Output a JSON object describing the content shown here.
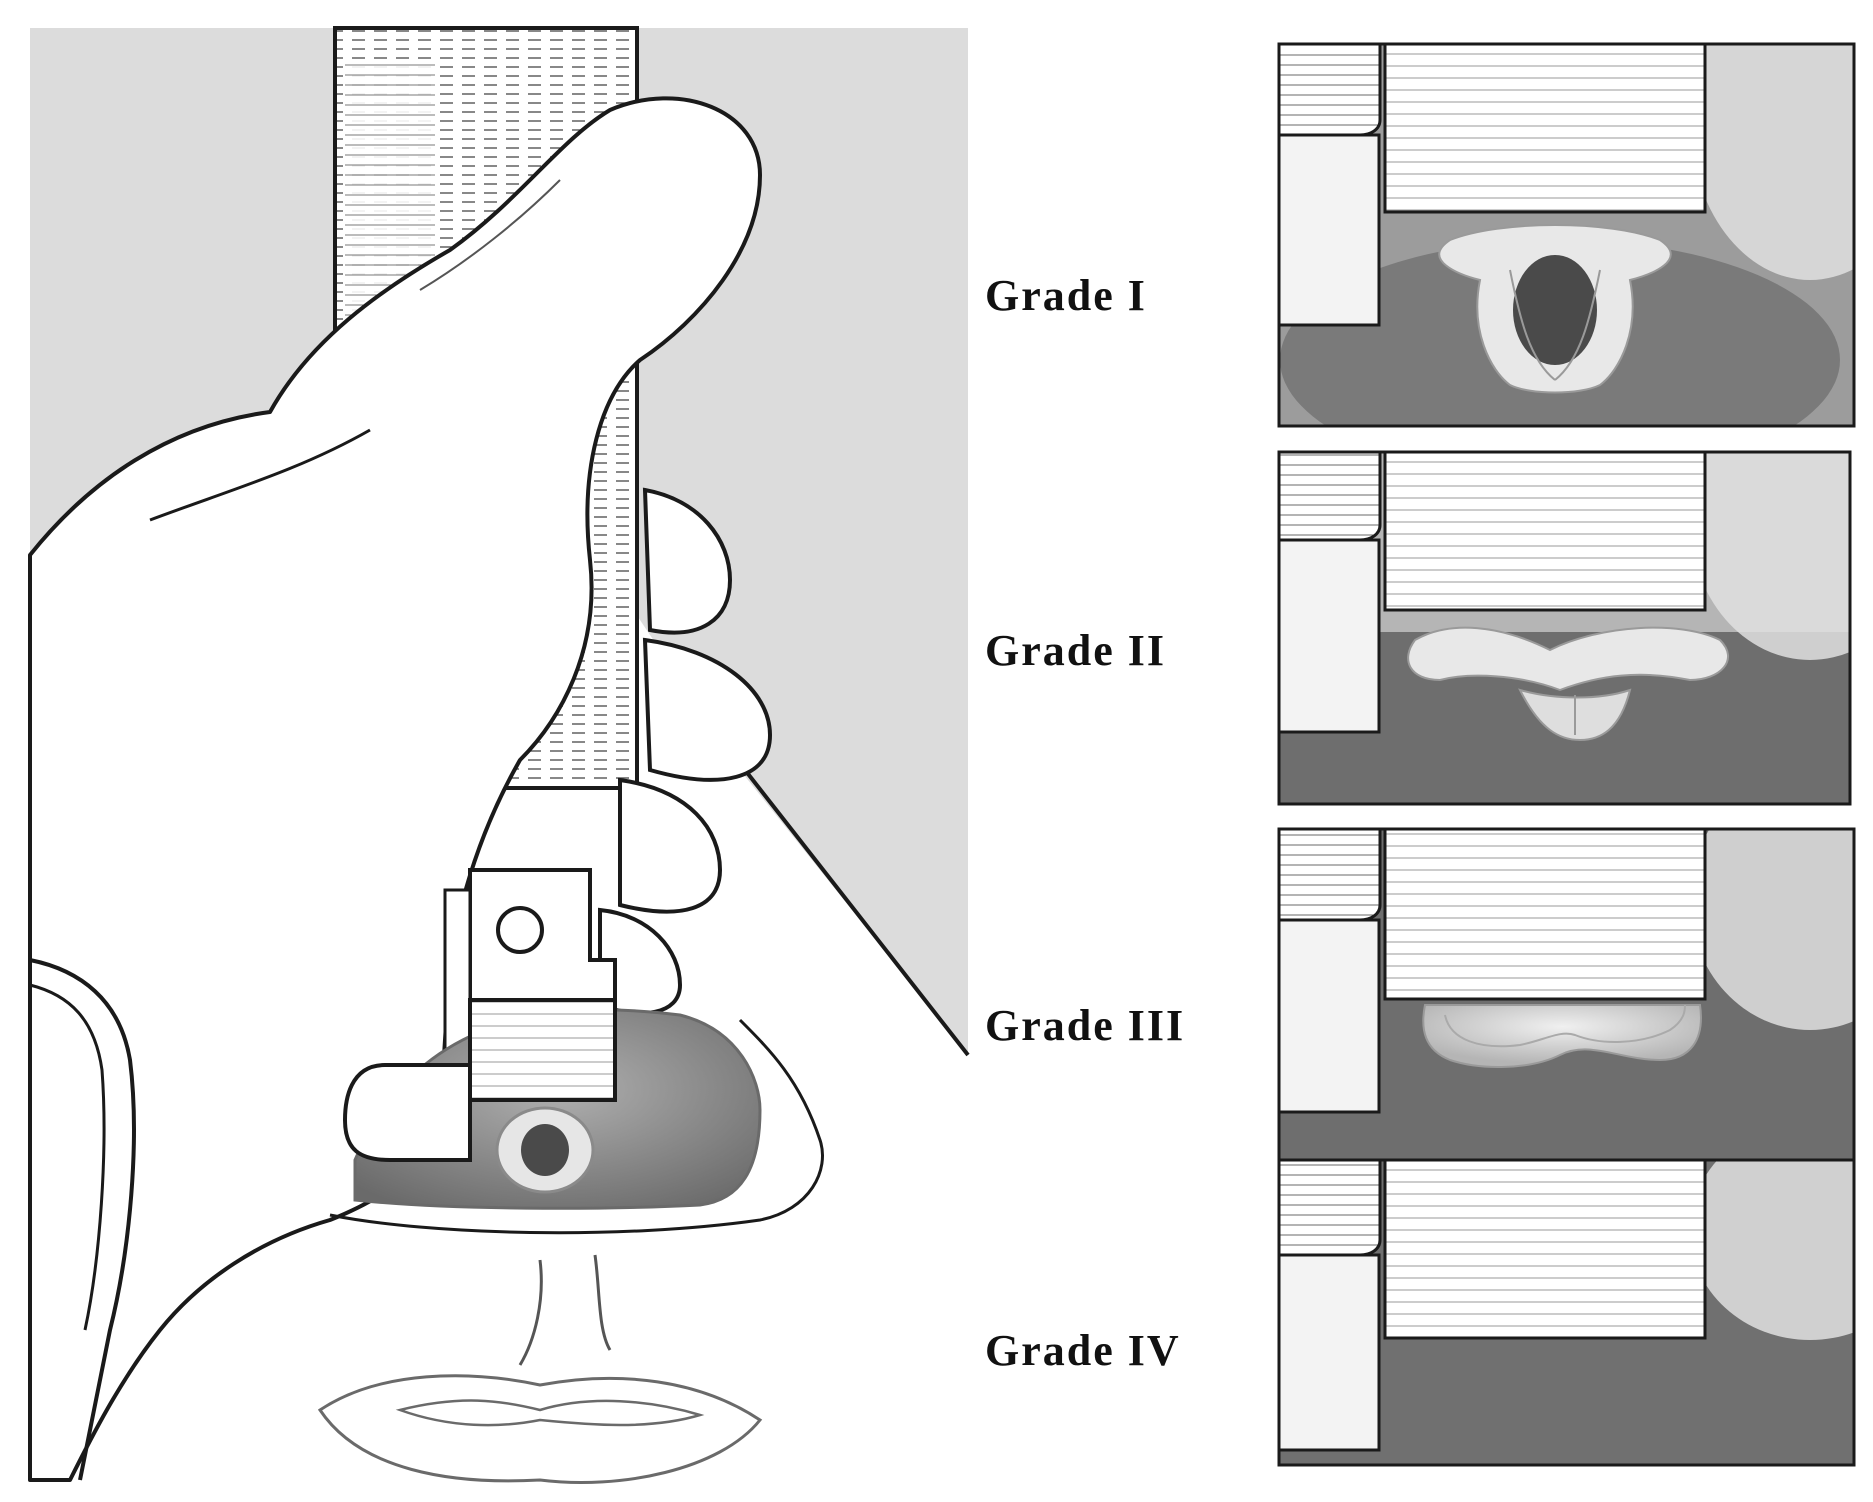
{
  "grades": [
    {
      "label": "Grade I"
    },
    {
      "label": "Grade II"
    },
    {
      "label": "Grade III"
    },
    {
      "label": "Grade IV"
    }
  ],
  "colors": {
    "background": "#ffffff",
    "line": "#1a1a1a",
    "wall_gray": "#dcdcdc",
    "throat_dark": "#6b6b6b",
    "throat_mid": "#8a8a8a",
    "tissue_light": "#bdbdbd",
    "glottis": "#4a4a4a",
    "cartilage": "#e4e4e4"
  }
}
